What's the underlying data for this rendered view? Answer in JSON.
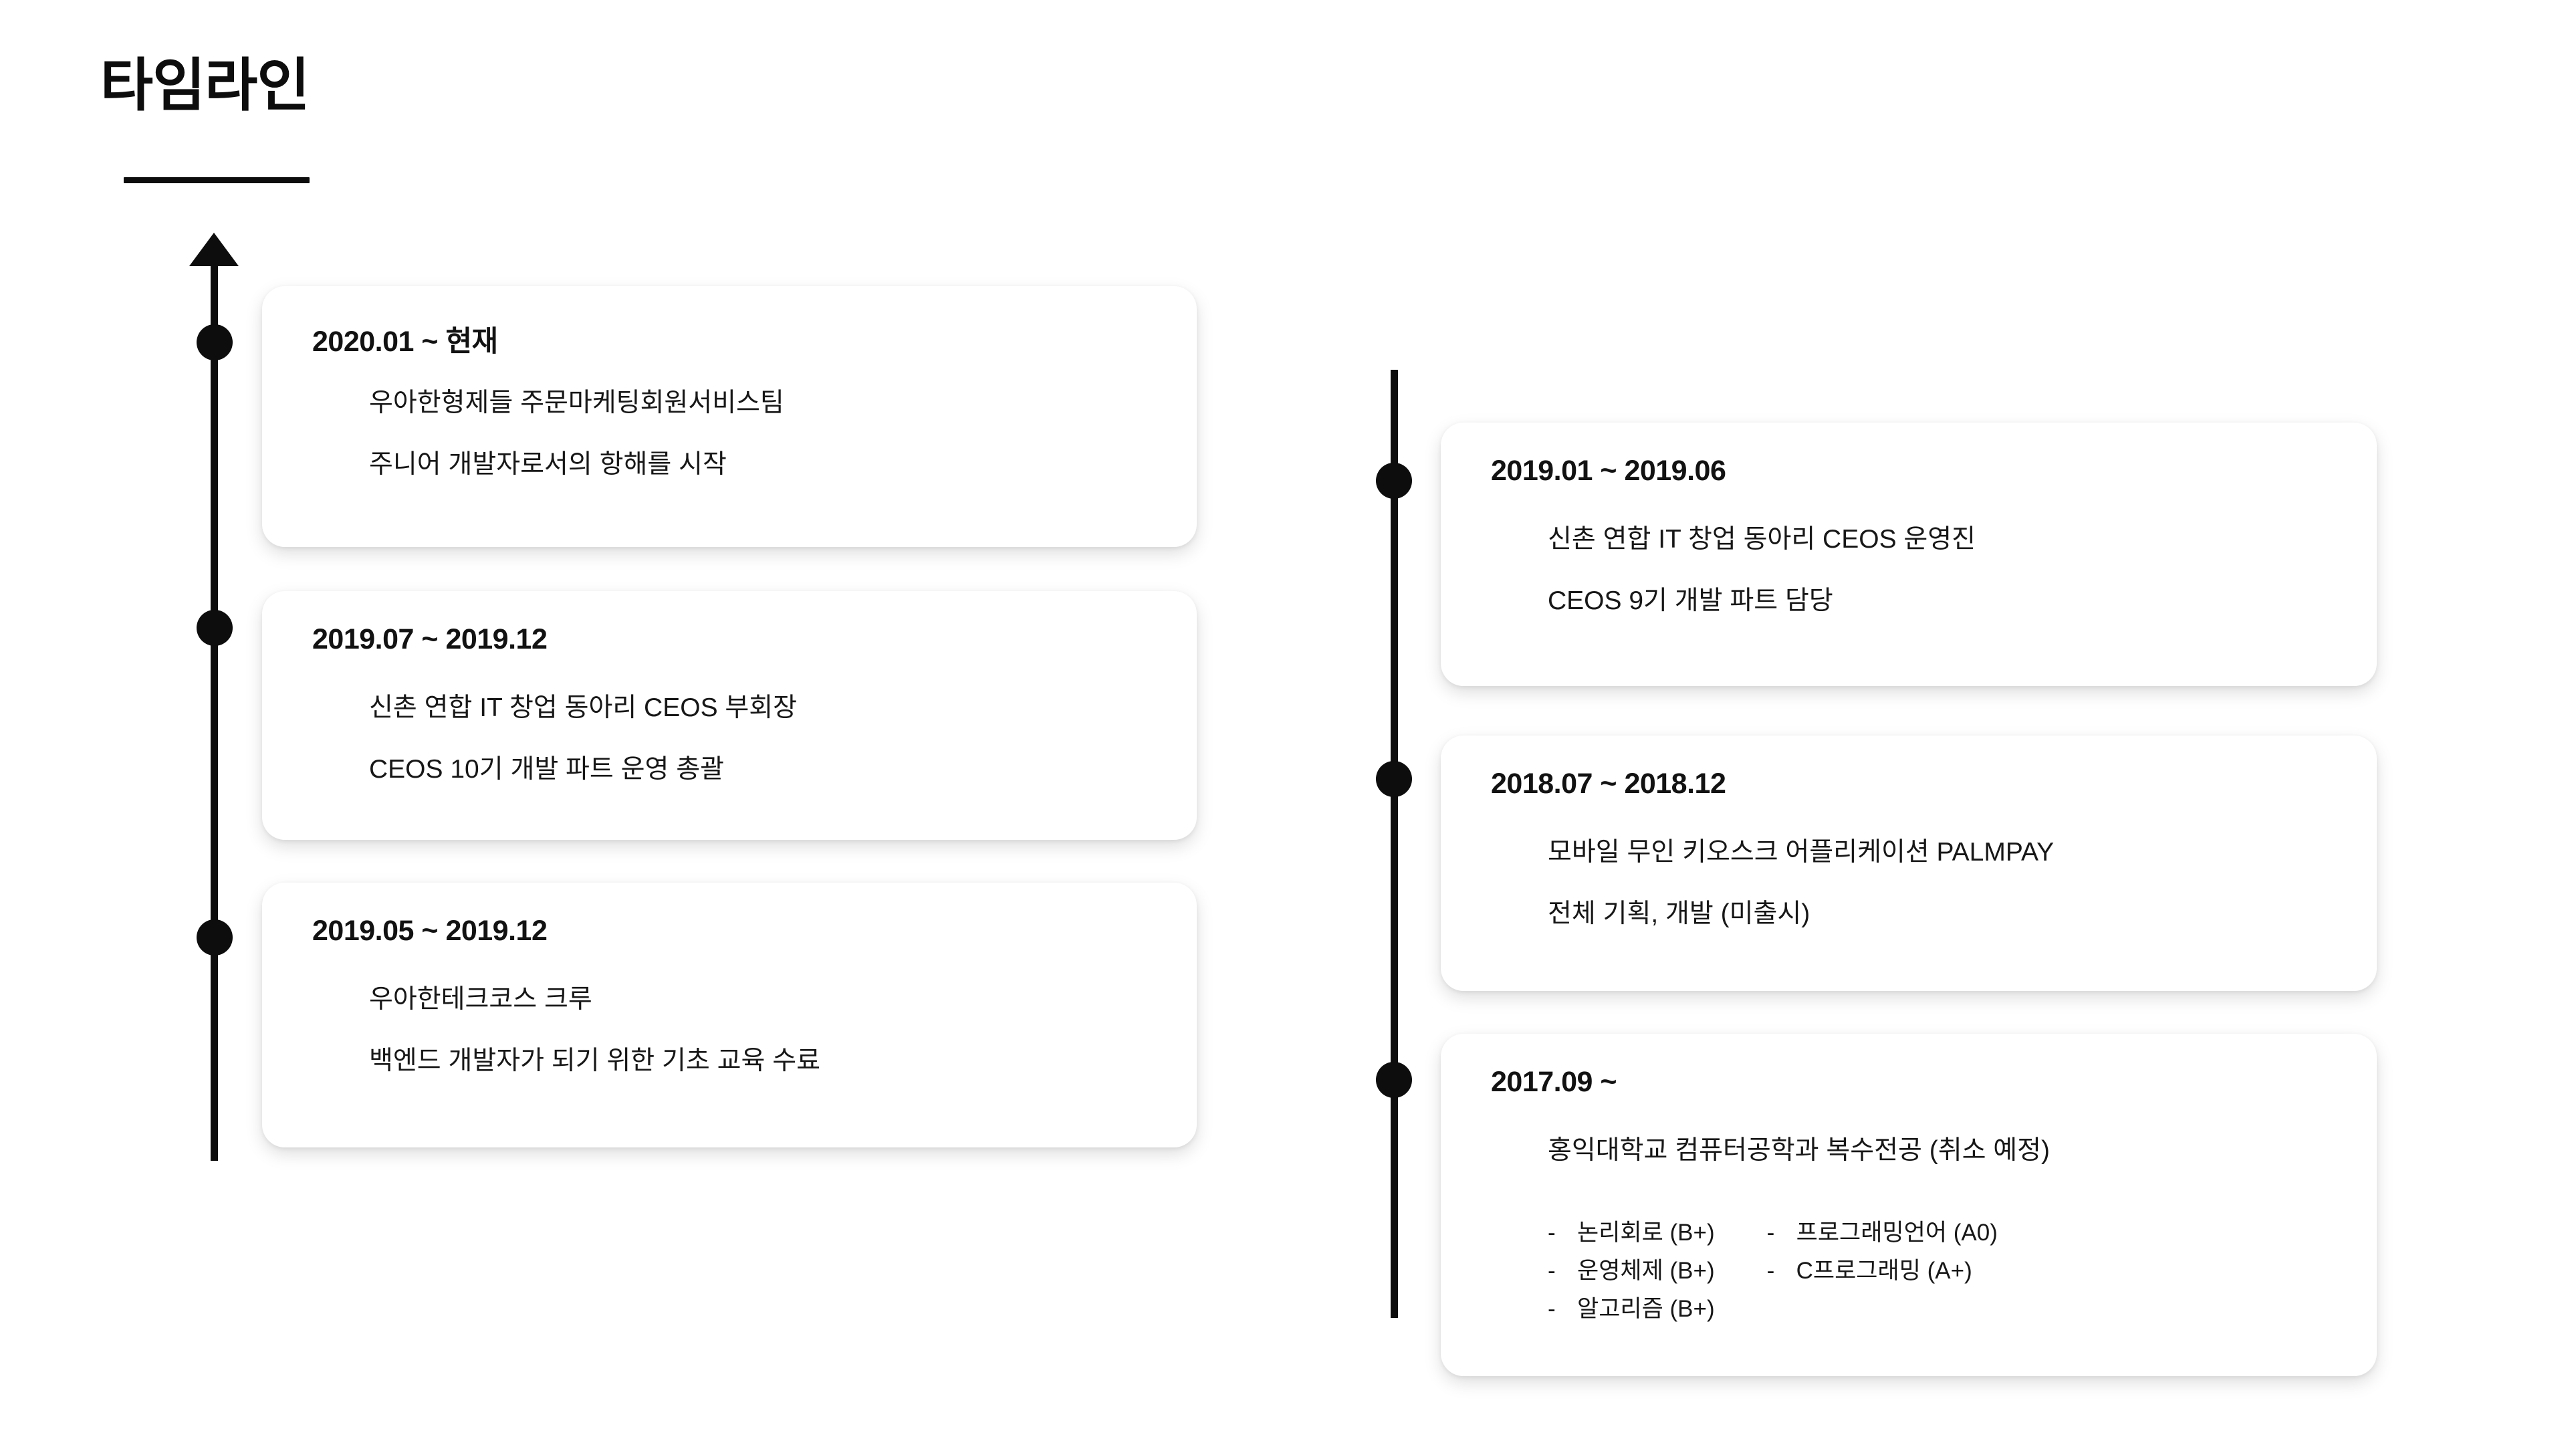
{
  "header": {
    "title": "타임라인"
  },
  "timeline": {
    "left_column": {
      "axis_arrow": "arrow-up",
      "entries": [
        {
          "date": "2020.01 ~ 현재",
          "lines": [
            "우아한형제들 주문마케팅회원서비스팀",
            "주니어 개발자로서의 항해를 시작"
          ]
        },
        {
          "date": "2019.07 ~ 2019.12",
          "lines": [
            "신촌 연합 IT 창업 동아리 CEOS 부회장",
            "CEOS 10기 개발 파트 운영 총괄"
          ]
        },
        {
          "date": "2019.05 ~ 2019.12",
          "lines": [
            "우아한테크코스 크루",
            "백엔드 개발자가 되기 위한 기초 교육 수료"
          ]
        }
      ]
    },
    "right_column": {
      "entries": [
        {
          "date": "2019.01 ~ 2019.06",
          "lines": [
            "신촌 연합 IT 창업 동아리 CEOS 운영진",
            "CEOS 9기 개발 파트 담당"
          ]
        },
        {
          "date": "2018.07 ~ 2018.12",
          "lines": [
            "모바일 무인 키오스크 어플리케이션 PALMPAY",
            "전체 기획, 개발 (미출시)"
          ]
        },
        {
          "date": "2017.09 ~",
          "lines": [
            "홍익대학교 컴퓨터공학과 복수전공 (취소 예정)"
          ],
          "courses": {
            "bullet": "-",
            "column_1": [
              "논리회로 (B+)",
              "운영체제 (B+)",
              "알고리즘 (B+)"
            ],
            "column_2": [
              "프로그래밍언어 (A0)",
              "C프로그래밍 (A+)"
            ]
          }
        }
      ]
    }
  },
  "colors": {
    "ink": "#0d0d0d",
    "background": "#ffffff",
    "card": "#ffffff"
  }
}
